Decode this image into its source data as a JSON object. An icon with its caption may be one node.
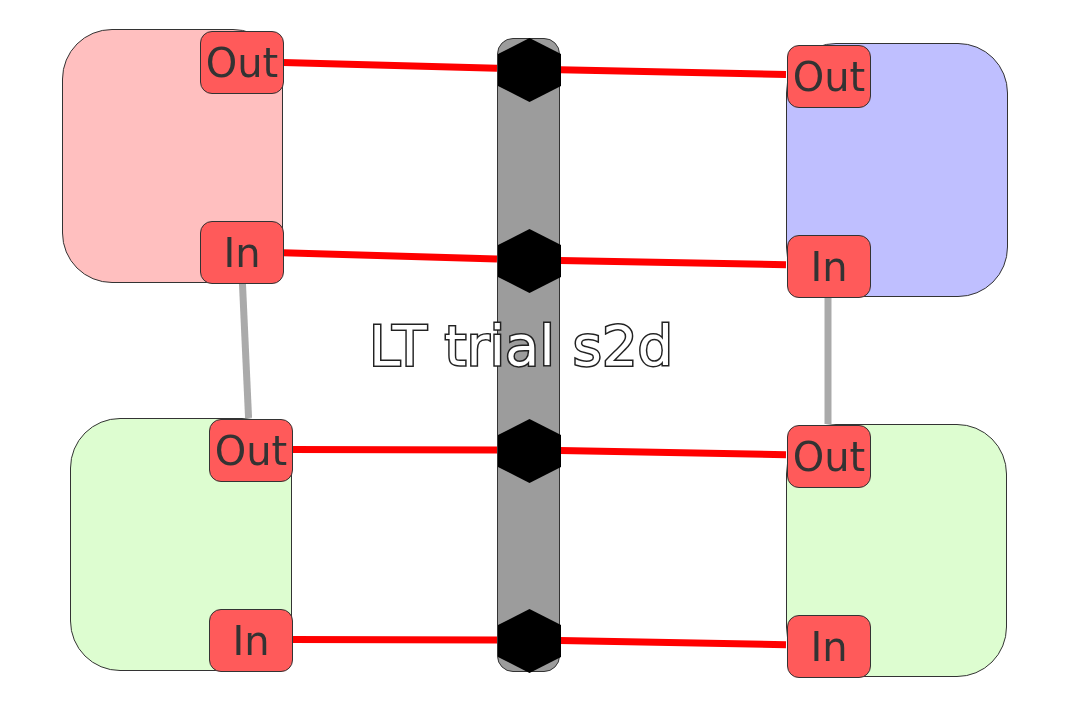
{
  "diagram": {
    "nodes": [
      {
        "text": [],
        "shape": "box"
      },
      {
        "text": [
          "Out"
        ],
        "in": 0
      },
      {
        "text": [
          "In"
        ],
        "in": 0
      },
      {
        "text": [],
        "shape": "box"
      },
      {
        "text": [
          "Out"
        ],
        "in": 3
      },
      {
        "text": [
          "In"
        ],
        "in": 3
      },
      {
        "text": [],
        "shape": "box"
      },
      {
        "text": [
          "Out"
        ],
        "in": 6
      },
      {
        "text": [
          "In"
        ],
        "in": 6
      },
      {
        "text": [],
        "shape": "box"
      },
      {
        "text": [
          "Out"
        ],
        "in": 9
      },
      {
        "text": [
          "In"
        ],
        "in": 9
      },
      {
        "text": [],
        "shape": "bar"
      },
      {
        "text": [],
        "shape": "hexagon",
        "in": 12
      },
      {
        "text": [],
        "shape": "hexagon",
        "in": 12
      },
      {
        "text": [],
        "shape": "hexagon",
        "in": 12
      },
      {
        "text": [],
        "shape": "hexagon",
        "in": 12
      }
    ],
    "edges": [
      {
        "from": 1,
        "to": 13,
        "arrow": "none"
      },
      {
        "from": 13,
        "to": 4,
        "arrow": "none"
      },
      {
        "from": 2,
        "to": 14,
        "arrow": "none"
      },
      {
        "from": 14,
        "to": 5,
        "arrow": "none"
      },
      {
        "from": 7,
        "to": 15,
        "arrow": "none"
      },
      {
        "from": 15,
        "to": 10,
        "arrow": "none"
      },
      {
        "from": 8,
        "to": 16,
        "arrow": "none"
      },
      {
        "from": 16,
        "to": 11,
        "arrow": "none"
      },
      {
        "from": 2,
        "to": 7,
        "arrow": "none",
        "color": "#aaaaaa"
      },
      {
        "from": 5,
        "to": 10,
        "arrow": "none",
        "color": "#aaaaaa"
      }
    ],
    "labels": [
      "LT trial s2d"
    ]
  }
}
